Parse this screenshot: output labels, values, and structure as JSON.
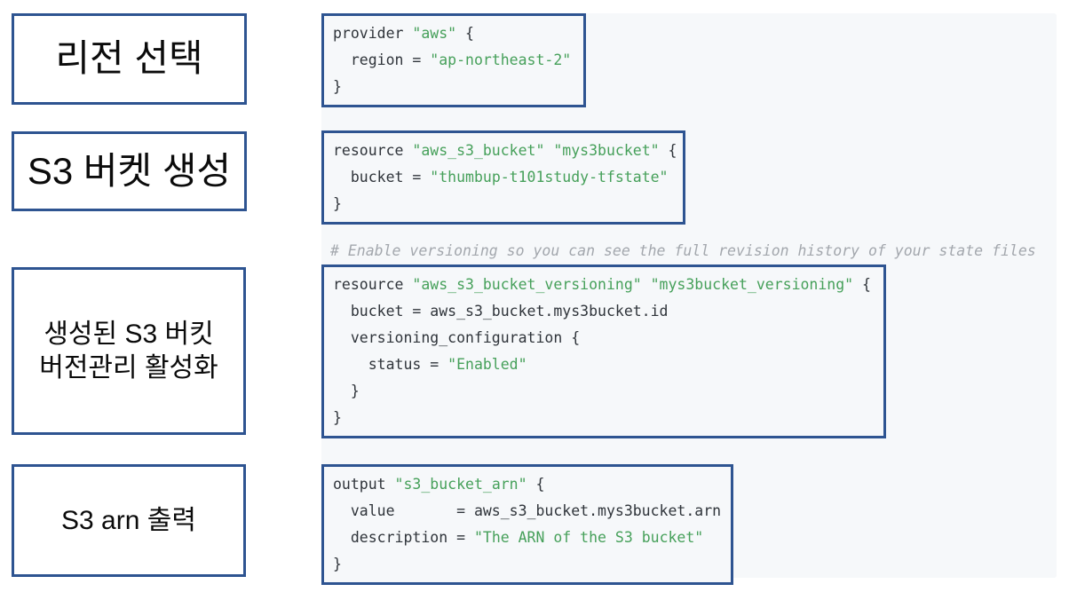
{
  "colors": {
    "annotation_border": "#2e5491",
    "code_panel_bg": "#f6f8fa",
    "code_text": "#2f343a",
    "string_green": "#46a05a",
    "comment_gray": "#a3a7ad",
    "label_text": "#0b0b0b"
  },
  "label_boxes": [
    {
      "id": "region-select",
      "lines": [
        "리전 선택"
      ]
    },
    {
      "id": "s3-bucket-create",
      "lines": [
        "S3 버켓 생성"
      ]
    },
    {
      "id": "versioning-enable",
      "lines": [
        "생성된 S3 버킷",
        "버전관리 활성화"
      ]
    },
    {
      "id": "s3-arn-output",
      "lines": [
        "S3 arn 출력"
      ]
    }
  ],
  "code_comment": {
    "text": "# Enable versioning so you can see the full revision history of your state files"
  },
  "code_blocks": [
    {
      "id": "provider-block",
      "lines": [
        [
          {
            "t": "provider ",
            "c": "k"
          },
          {
            "t": "\"aws\"",
            "c": "s"
          },
          {
            "t": " {",
            "c": "k"
          }
        ],
        [
          {
            "t": "  region = ",
            "c": "k"
          },
          {
            "t": "\"ap-northeast-2\"",
            "c": "s"
          }
        ],
        [
          {
            "t": "}",
            "c": "k"
          }
        ]
      ]
    },
    {
      "id": "s3-bucket-block",
      "lines": [
        [
          {
            "t": "resource ",
            "c": "k"
          },
          {
            "t": "\"aws_s3_bucket\"",
            "c": "s"
          },
          {
            "t": " ",
            "c": "k"
          },
          {
            "t": "\"mys3bucket\"",
            "c": "s"
          },
          {
            "t": " {",
            "c": "k"
          }
        ],
        [
          {
            "t": "  bucket = ",
            "c": "k"
          },
          {
            "t": "\"thumbup-t101study-tfstate\"",
            "c": "s"
          }
        ],
        [
          {
            "t": "}",
            "c": "k"
          }
        ]
      ]
    },
    {
      "id": "versioning-block",
      "lines": [
        [
          {
            "t": "resource ",
            "c": "k"
          },
          {
            "t": "\"aws_s3_bucket_versioning\"",
            "c": "s"
          },
          {
            "t": " ",
            "c": "k"
          },
          {
            "t": "\"mys3bucket_versioning\"",
            "c": "s"
          },
          {
            "t": " {",
            "c": "k"
          }
        ],
        [
          {
            "t": "  bucket = aws_s3_bucket.mys3bucket.id",
            "c": "k"
          }
        ],
        [
          {
            "t": "  versioning_configuration {",
            "c": "k"
          }
        ],
        [
          {
            "t": "    status = ",
            "c": "k"
          },
          {
            "t": "\"Enabled\"",
            "c": "s"
          }
        ],
        [
          {
            "t": "  }",
            "c": "k"
          }
        ],
        [
          {
            "t": "}",
            "c": "k"
          }
        ]
      ]
    },
    {
      "id": "output-block",
      "lines": [
        [
          {
            "t": "output ",
            "c": "k"
          },
          {
            "t": "\"s3_bucket_arn\"",
            "c": "s"
          },
          {
            "t": " {",
            "c": "k"
          }
        ],
        [
          {
            "t": "  value       = aws_s3_bucket.mys3bucket.arn",
            "c": "k"
          }
        ],
        [
          {
            "t": "  description = ",
            "c": "k"
          },
          {
            "t": "\"The ARN of the S3 bucket\"",
            "c": "s"
          }
        ],
        [
          {
            "t": "}",
            "c": "k"
          }
        ]
      ]
    }
  ]
}
